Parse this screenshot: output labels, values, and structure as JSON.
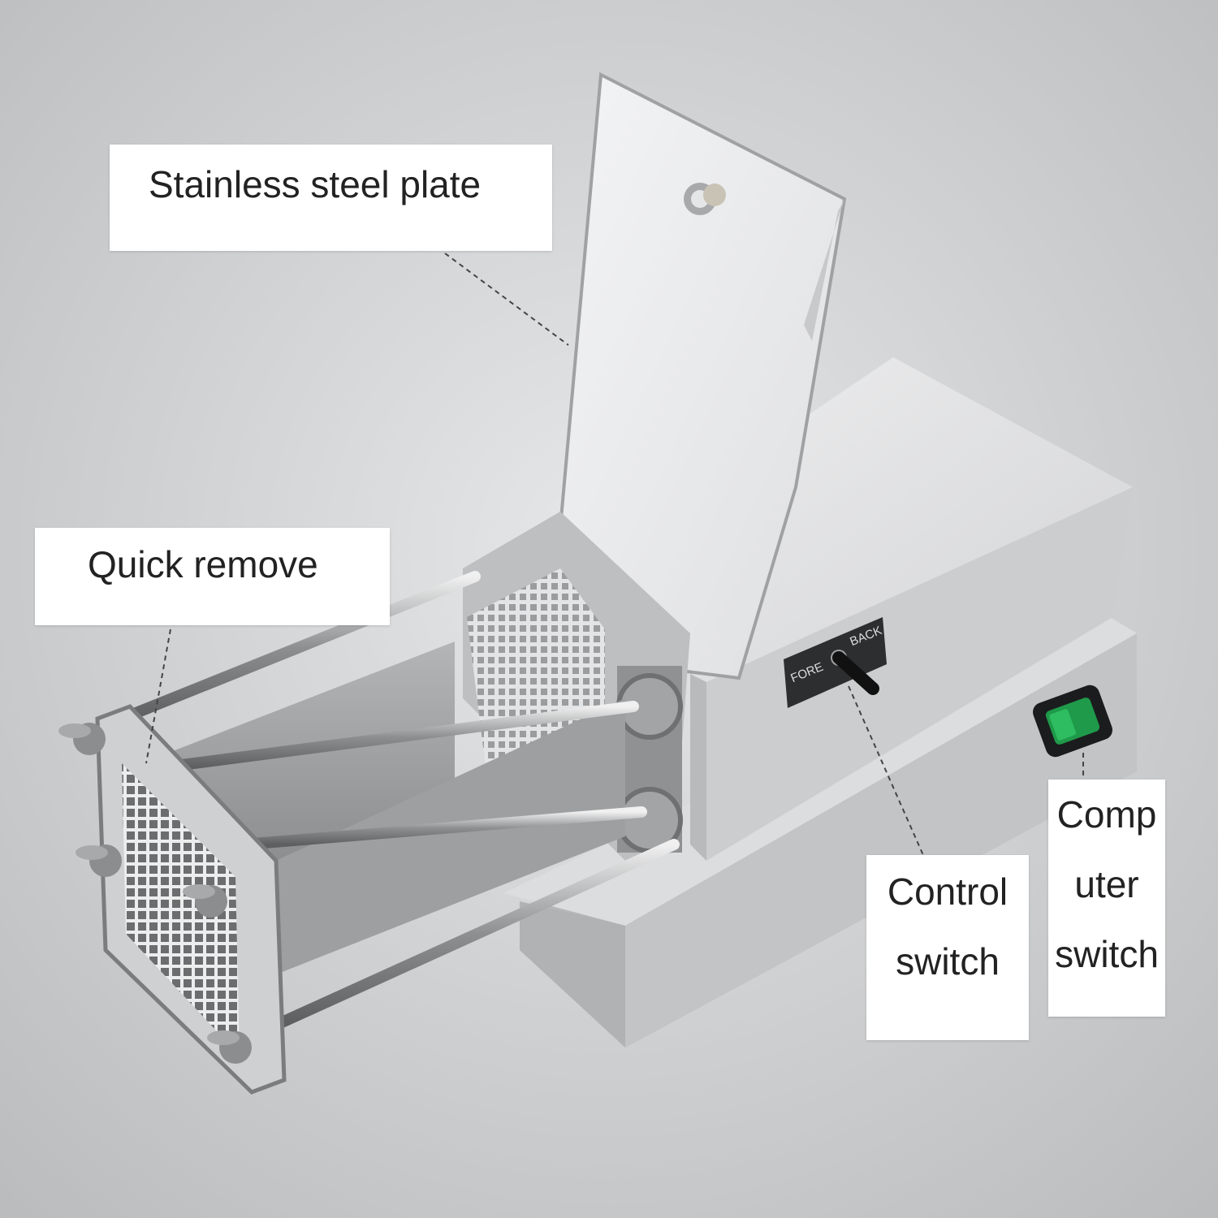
{
  "labels": {
    "plate": "Stainless steel plate",
    "remove": "Quick remove",
    "control": [
      "Control",
      "switch"
    ],
    "computer": [
      "Comp",
      "uter",
      "switch"
    ]
  },
  "panel_text": {
    "fore": "FORE",
    "back": "BACK"
  },
  "colors": {
    "background": "#cfd1d3",
    "steel": "#c9cbcd",
    "rocker": "#1f9a4a"
  }
}
